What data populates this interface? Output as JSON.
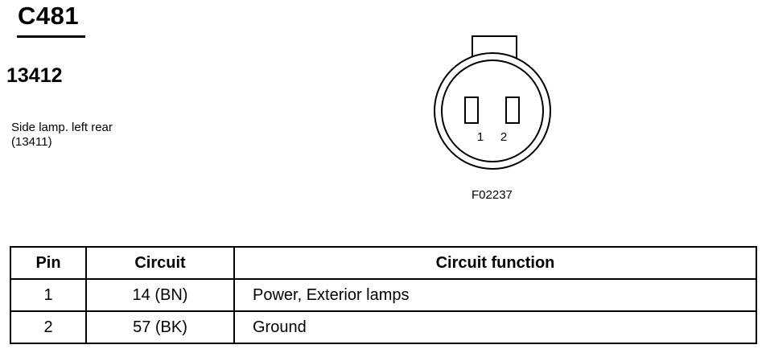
{
  "header": {
    "connector_id": "C481",
    "part_number": "13412",
    "description_line1": "Side lamp. left rear",
    "description_line2": "(13411)"
  },
  "drawing": {
    "pin_label_1": "1",
    "pin_label_2": "2",
    "code": "F02237"
  },
  "table": {
    "headers": {
      "pin": "Pin",
      "circuit": "Circuit",
      "function": "Circuit function"
    },
    "rows": [
      {
        "pin": "1",
        "circuit": "14 (BN)",
        "function": "Power, Exterior lamps"
      },
      {
        "pin": "2",
        "circuit": "57 (BK)",
        "function": "Ground"
      }
    ]
  }
}
